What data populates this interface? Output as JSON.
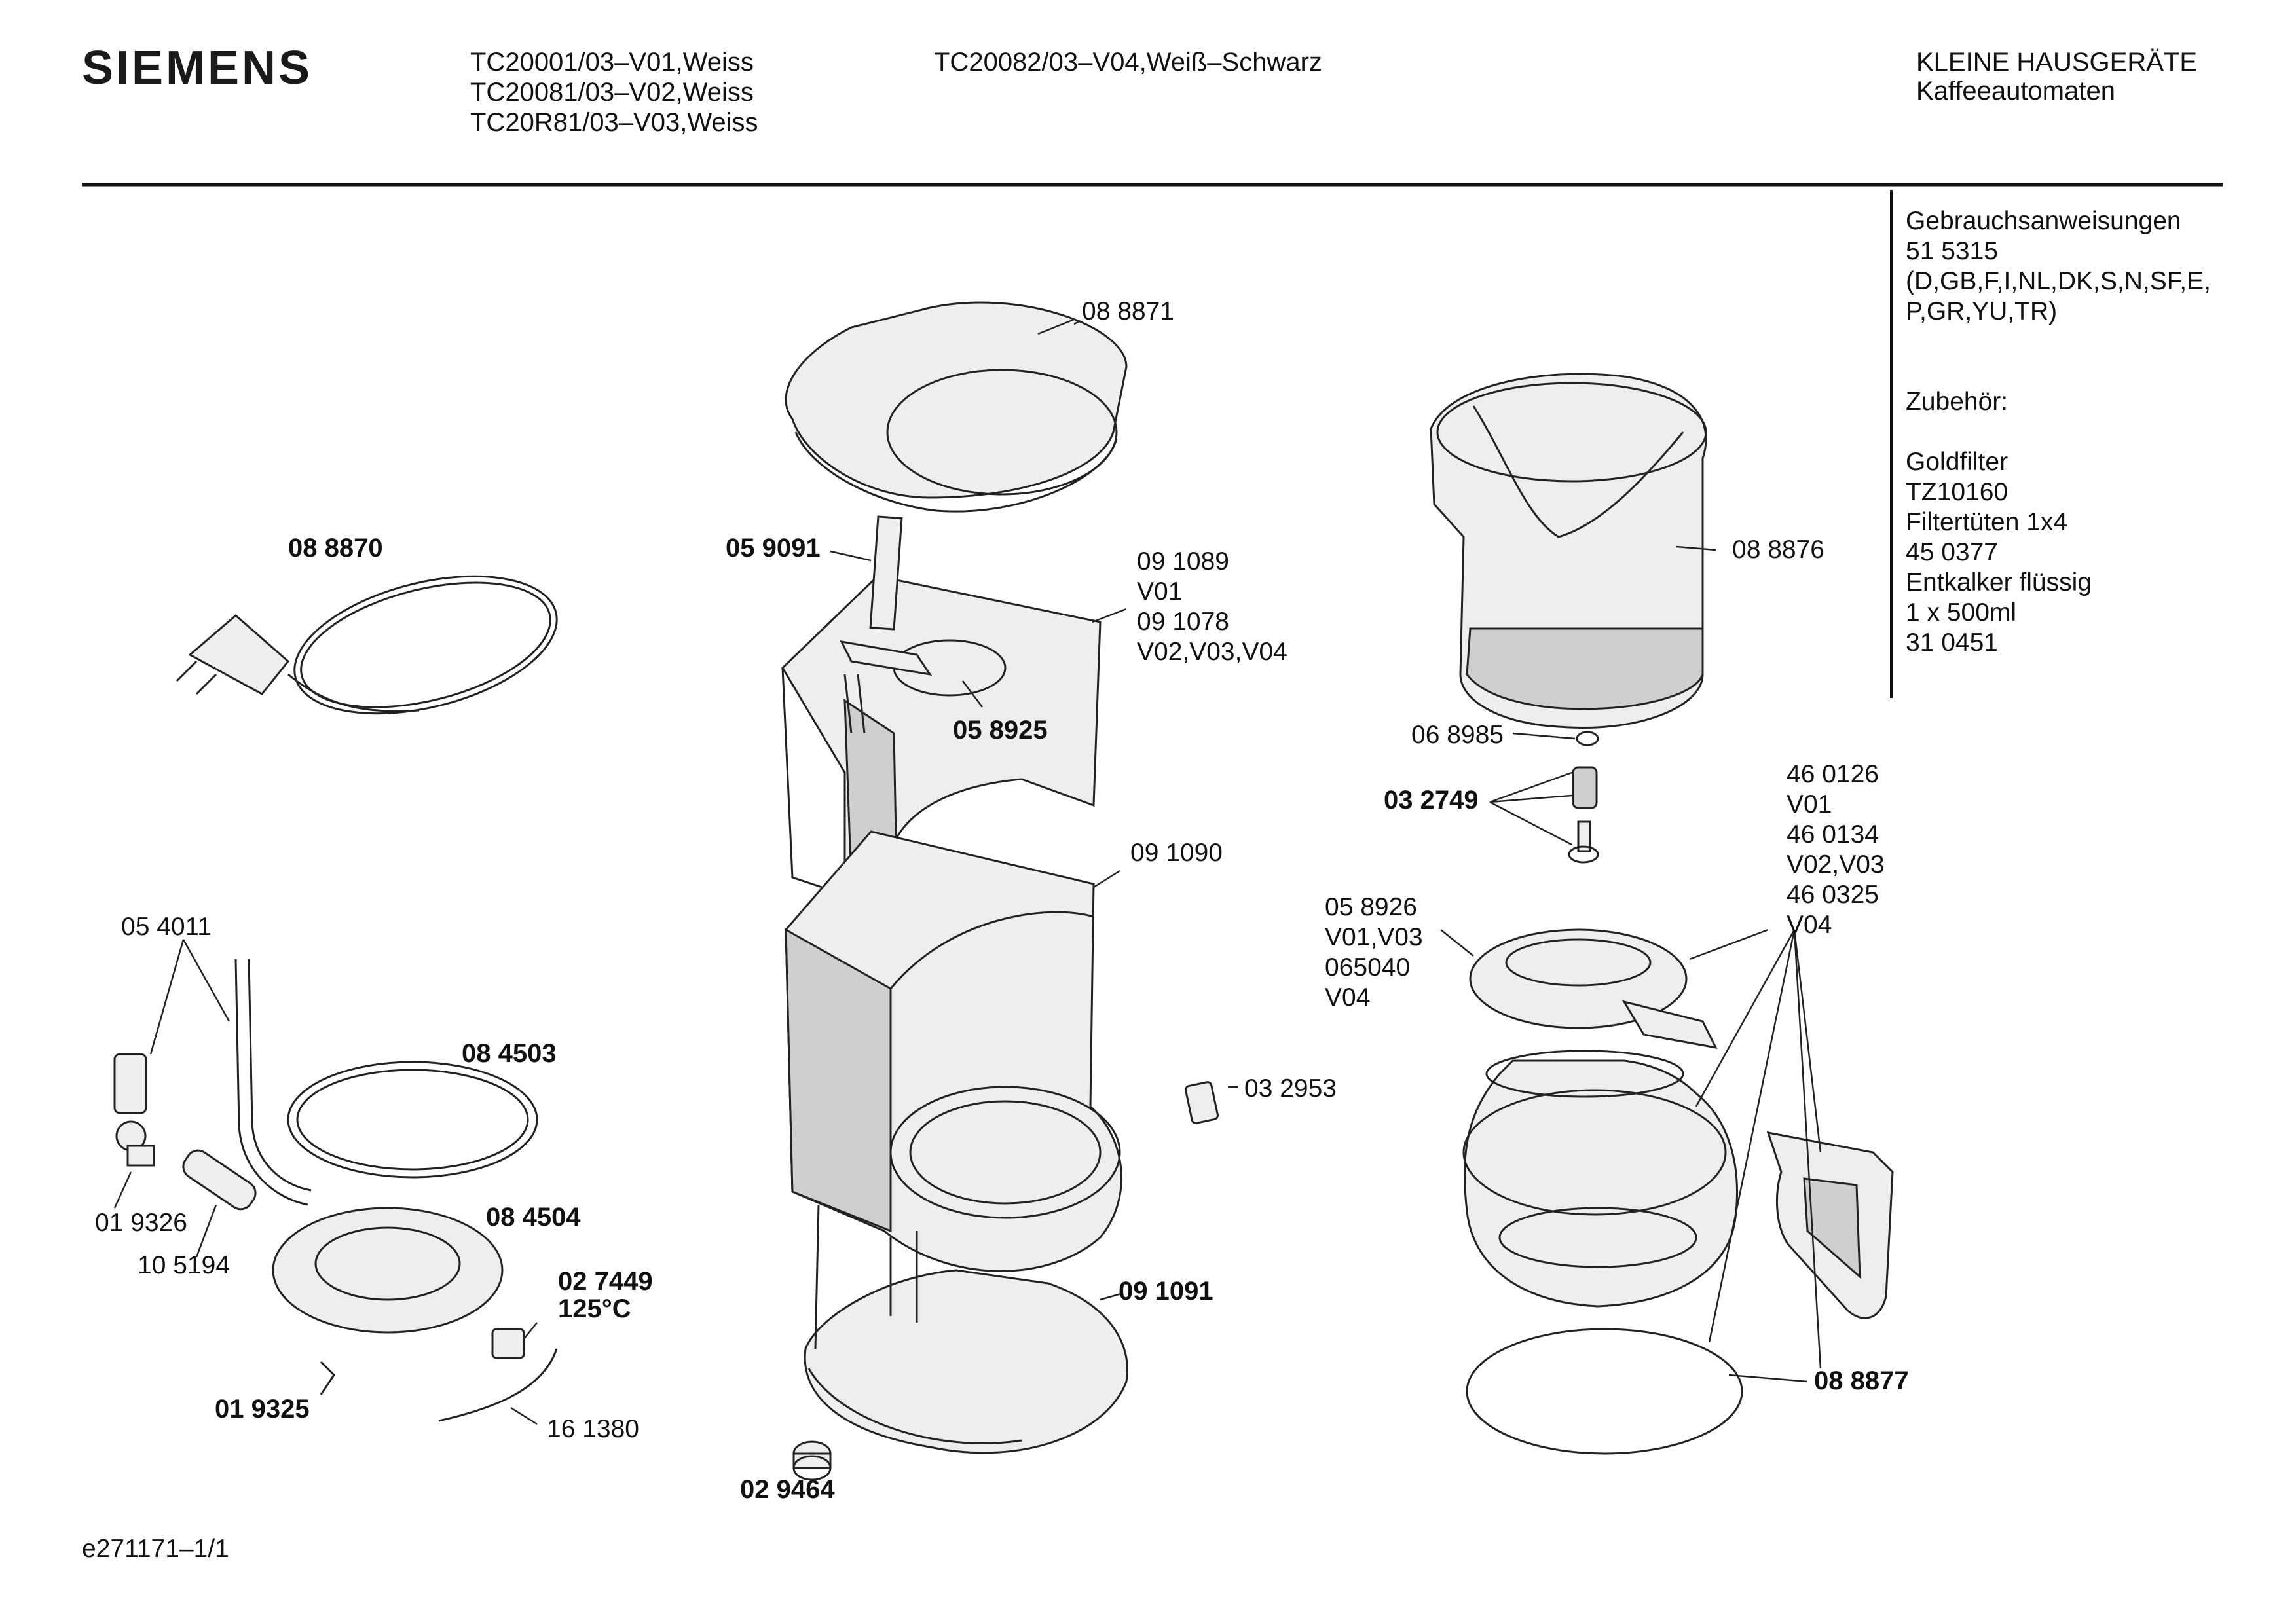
{
  "brand": "SIEMENS",
  "models": {
    "col1": [
      "TC20001/03–V01,Weiss",
      "TC20081/03–V02,Weiss",
      "TC20R81/03–V03,Weiss"
    ],
    "col2": [
      "TC20082/03–V04,Weiß–Schwarz"
    ]
  },
  "category": {
    "line1": "KLEINE HAUSGERÄTE",
    "line2": "Kaffeeautomaten"
  },
  "sidebar": {
    "lines": [
      "Gebrauchsanweisungen",
      "51 5315",
      "(D,GB,F,I,NL,DK,S,N,SF,E,",
      "P,GR,YU,TR)",
      "",
      "Zubehör:",
      "",
      "Goldfilter",
      "TZ10160",
      "Filtertüten 1x4",
      "45 0377",
      "Entkalker flüssig",
      "1 x 500ml",
      "31 0451"
    ]
  },
  "parts": {
    "p088871": "08 8871",
    "p088870": "08 8870",
    "p059091": "05 9091",
    "p091089": "09 1089",
    "p091089_v": "V01",
    "p091078": "09 1078",
    "p091078_v": "V02,V03,V04",
    "p058925": "05 8925",
    "p088876": "08 8876",
    "p068985": "06 8985",
    "p032749": "03 2749",
    "p460126": "46 0126",
    "p460126_v": "V01",
    "p460134": "46 0134",
    "p460134_v": "V02,V03",
    "p460325": "46 0325",
    "p460325_v": "V04",
    "p091090": "09 1090",
    "p054011": "05 4011",
    "p084503": "08 4503",
    "p058926": "05 8926",
    "p058926_v": "V01,V03",
    "p065040": "065040",
    "p065040_v": "V04",
    "p032953": "03 2953",
    "p019326": "01 9326",
    "p105194": "10 5194",
    "p084504": "08 4504",
    "p027449": "02 7449",
    "p027449_t": "125°C",
    "p091091": "09 1091",
    "p019325": "01 9325",
    "p161380": "16 1380",
    "p088877": "08 8877",
    "p029464": "02 9464"
  },
  "footer_code": "e271171–1/1"
}
